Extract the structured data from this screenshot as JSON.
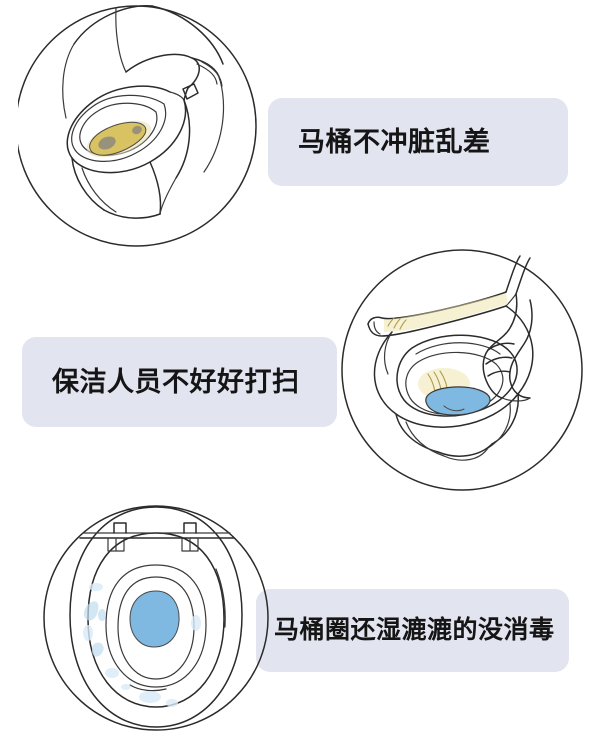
{
  "page": {
    "background_color": "#ffffff",
    "caption_background_color": "#e2e4ef",
    "caption_text_color": "#151515",
    "ink_color": "#2b2b2b"
  },
  "panels": [
    {
      "id": "panel-1",
      "caption": "马桶不冲脏乱差",
      "illustration_name": "unflushed-dirty-toilet-bowl",
      "stain_colors": {
        "urine_yellow": "#d9c262",
        "debris_gray": "#8d8a80"
      }
    },
    {
      "id": "panel-2",
      "caption": "保洁人员不好好打扫",
      "illustration_name": "hand-wiping-toilet-bowl",
      "stain_colors": {
        "water_blue": "#7fb8e0",
        "grime_yellow": "#d9c262"
      }
    },
    {
      "id": "panel-3",
      "caption": "马桶圈还湿漉漉的没消毒",
      "illustration_name": "wet-toilet-seat-top-view",
      "stain_colors": {
        "water_blue": "#7fb8e0",
        "droplet_blue": "#bfdcf0"
      }
    }
  ]
}
